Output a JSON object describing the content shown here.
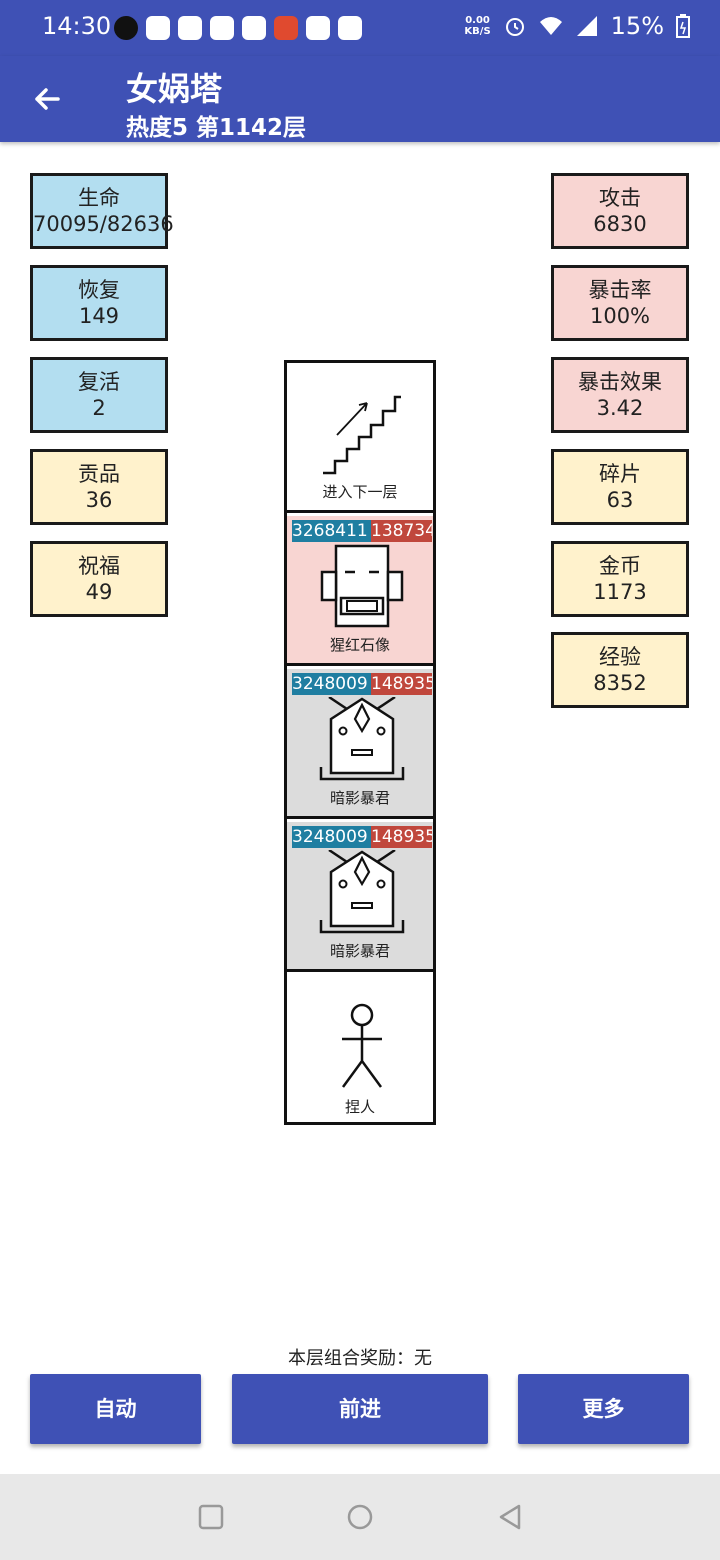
{
  "status_bar": {
    "time": "14:30",
    "net_speed_value": "0.00",
    "net_speed_unit": "KB/S",
    "battery": "15%"
  },
  "app_bar": {
    "title": "女娲塔",
    "subtitle": "热度5 第1142层",
    "back_icon": "arrow-left-icon"
  },
  "left_stats": [
    {
      "label": "生命",
      "value": "70095/82636",
      "color": "#b3def0"
    },
    {
      "label": "恢复",
      "value": "149",
      "color": "#b3def0"
    },
    {
      "label": "复活",
      "value": "2",
      "color": "#b3def0"
    },
    {
      "label": "贡品",
      "value": "36",
      "color": "#fff2cc"
    },
    {
      "label": "祝福",
      "value": "49",
      "color": "#fff2cc"
    }
  ],
  "right_stats": [
    {
      "label": "攻击",
      "value": "6830",
      "color": "#f8d5d2"
    },
    {
      "label": "暴击率",
      "value": "100%",
      "color": "#f8d5d2"
    },
    {
      "label": "暴击效果",
      "value": "3.42",
      "color": "#f8d5d2"
    },
    {
      "label": "碎片",
      "value": "63",
      "color": "#fff2cc"
    },
    {
      "label": "金币",
      "value": "1173",
      "color": "#fff2cc"
    },
    {
      "label": "经验",
      "value": "8352",
      "color": "#fff2cc"
    }
  ],
  "tower": {
    "floors": [
      {
        "name": "进入下一层",
        "icon": "stairs-icon"
      },
      {
        "name": "猩红石像",
        "hp": "3268411",
        "atk": "138734",
        "icon": "stone-statue-icon",
        "background": "#f8d5d2"
      },
      {
        "name": "暗影暴君",
        "hp": "3248009",
        "atk": "148935",
        "icon": "shadow-tyrant-icon",
        "background": "#dcdcdc"
      },
      {
        "name": "暗影暴君",
        "hp": "3248009",
        "atk": "148935",
        "icon": "shadow-tyrant-icon",
        "background": "#dcdcdc"
      },
      {
        "name": "捏人",
        "icon": "stick-figure-icon"
      }
    ]
  },
  "reward_text": "本层组合奖励：无",
  "buttons": {
    "auto": "自动",
    "forward": "前进",
    "more": "更多"
  },
  "colors": {
    "primary": "#3f51b5",
    "hp_bar": "#1f7ea1",
    "atk_bar": "#c0473c"
  }
}
